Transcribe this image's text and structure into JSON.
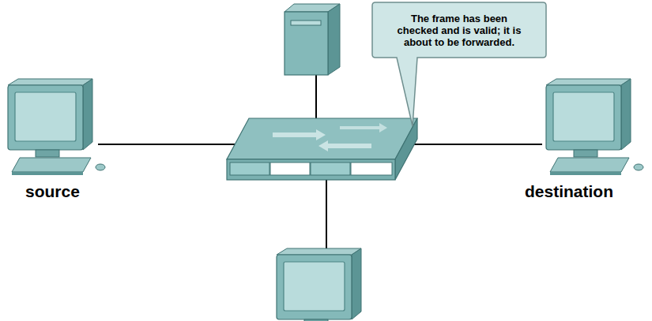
{
  "diagram": {
    "nodes": [
      {
        "text": [
          "The frame has been checked and is valid; it is about to be forwarded."
        ]
      }
    ],
    "labels": [
      "source",
      "destination"
    ]
  }
}
